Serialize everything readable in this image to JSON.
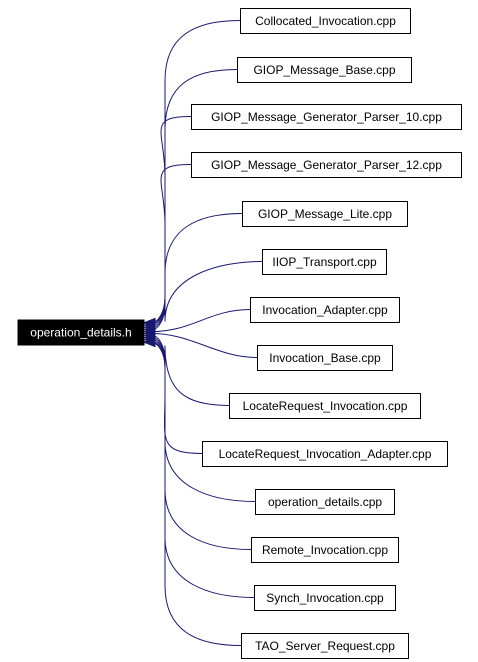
{
  "diagram": {
    "root": "operation_details.h",
    "includers": [
      "Collocated_Invocation.cpp",
      "GIOP_Message_Base.cpp",
      "GIOP_Message_Generator_Parser_10.cpp",
      "GIOP_Message_Generator_Parser_12.cpp",
      "GIOP_Message_Lite.cpp",
      "IIOP_Transport.cpp",
      "Invocation_Adapter.cpp",
      "Invocation_Base.cpp",
      "LocateRequest_Invocation.cpp",
      "LocateRequest_Invocation_Adapter.cpp",
      "operation_details.cpp",
      "Remote_Invocation.cpp",
      "Synch_Invocation.cpp",
      "TAO_Server_Request.cpp"
    ],
    "colors": {
      "edge": "#191970",
      "root_fill": "#000000",
      "root_text": "#ffffff",
      "node_border": "#000000"
    }
  }
}
